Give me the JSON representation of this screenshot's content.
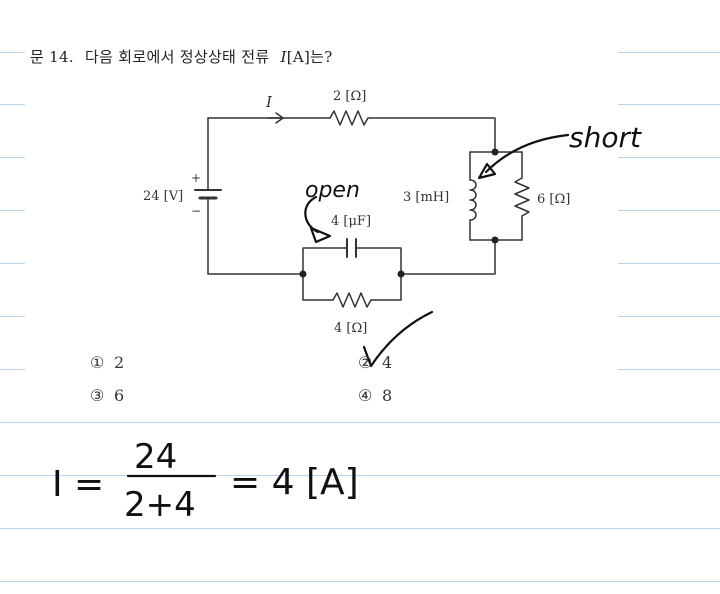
{
  "question": {
    "number": "문 14.",
    "text": "다음 회로에서 정상상태 전류",
    "var": "I",
    "unit": "[A]는?"
  },
  "circuit": {
    "current_label": "I",
    "r_top": "2 [Ω]",
    "source": "24 [V]",
    "plus": "+",
    "minus": "−",
    "inductor": "3 [mH]",
    "r_right": "6 [Ω]",
    "capacitor": "4 [μF]",
    "r_bottom": "4 [Ω]"
  },
  "choices": [
    {
      "num": "①",
      "value": "2"
    },
    {
      "num": "②",
      "value": "4"
    },
    {
      "num": "③",
      "value": "6"
    },
    {
      "num": "④",
      "value": "8"
    }
  ],
  "annotations": {
    "short": "short",
    "open": "open",
    "solution": {
      "lhs": "I =",
      "numerator": "24",
      "denominator": "2+4",
      "rhs": "= 4 [A]"
    }
  },
  "colors": {
    "ruled_line": "#b8d4ef",
    "ink": "#111111",
    "print": "#333333"
  }
}
